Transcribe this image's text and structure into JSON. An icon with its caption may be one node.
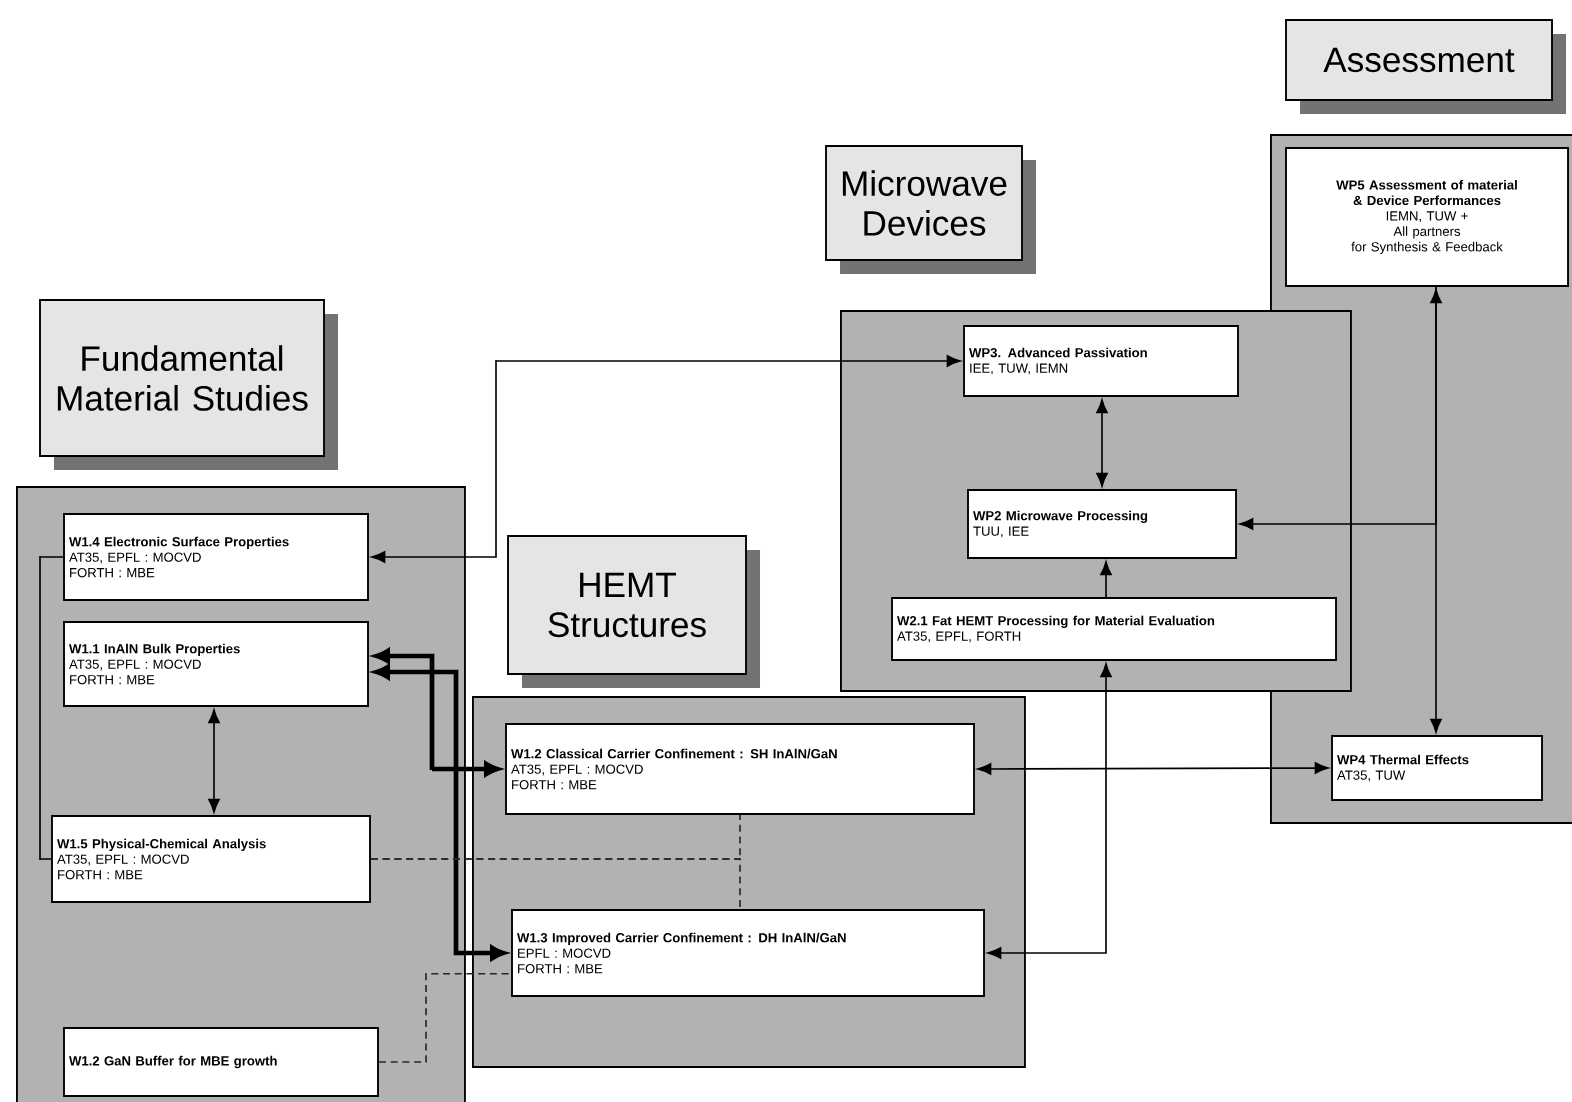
{
  "diagram": {
    "nodes": [
      {
        "text": [
          "Fundamental Material Studies"
        ]
      },
      {
        "text": [
          "W1.4 Electronic Surface Properties",
          "AT35, EPFL : MOCVD",
          "FORTH : MBE"
        ],
        "in": 0
      },
      {
        "text": [
          "W1.1 InAlN Bulk Properties",
          "AT35, EPFL : MOCVD",
          "FORTH : MBE"
        ],
        "in": 0
      },
      {
        "text": [
          "W1.5 Physical-Chemical Analysis",
          "AT35, EPFL : MOCVD",
          "FORTH : MBE"
        ],
        "in": 0
      },
      {
        "text": [
          "W1.2 GaN Buffer for MBE growth"
        ],
        "in": 0
      },
      {
        "text": [
          "HEMT Structures"
        ]
      },
      {
        "text": [
          "W1.2 Classical Carrier Confinement : SH InAlN/GaN",
          "AT35, EPFL : MOCVD",
          "FORTH : MBE"
        ],
        "in": 5
      },
      {
        "text": [
          "W1.3 Improved Carrier Confinement : DH InAlN/GaN",
          "EPFL : MOCVD",
          "FORTH : MBE"
        ],
        "in": 5
      },
      {
        "text": [
          "Microwave Devices"
        ]
      },
      {
        "text": [
          "WP3. Advanced Passivation",
          "IEE, TUW, IEMN"
        ],
        "in": 8
      },
      {
        "text": [
          "WP2 Microwave Processing",
          "TUU, IEE"
        ],
        "in": 8
      },
      {
        "text": [
          "W2.1 Fat HEMT Processing for Material Evaluation",
          "AT35, EPFL, FORTH"
        ],
        "in": 8
      },
      {
        "text": [
          "Assessment"
        ]
      },
      {
        "text": [
          "WP5 Assessment of material & Device Performances",
          "IEMN, TUW +",
          "All partners",
          "for Synthesis & Feedback"
        ],
        "in": 12
      },
      {
        "text": [
          "WP4 Thermal Effects",
          "AT35, TUW"
        ],
        "in": 12
      }
    ],
    "edges": [
      {
        "from": 1,
        "to": 3,
        "arrow": "none"
      },
      {
        "from": 1,
        "to": 9,
        "arrow": "both"
      },
      {
        "from": 2,
        "to": 3,
        "arrow": "both"
      },
      {
        "from": 2,
        "to": 6,
        "arrow": "both",
        "style": "thick"
      },
      {
        "from": 2,
        "to": 7,
        "arrow": "both",
        "style": "thick"
      },
      {
        "from": 3,
        "to": 6,
        "arrow": "none",
        "style": "dashed"
      },
      {
        "from": 3,
        "to": 7,
        "arrow": "none",
        "style": "dashed"
      },
      {
        "from": 4,
        "to": 7,
        "arrow": "none",
        "style": "dashed"
      },
      {
        "from": 6,
        "to": 14,
        "arrow": "both"
      },
      {
        "from": 7,
        "to": 11,
        "arrow": "both"
      },
      {
        "from": 11,
        "to": 10,
        "arrow": "to"
      },
      {
        "from": 9,
        "to": 10,
        "arrow": "both"
      },
      {
        "from": 13,
        "to": 14,
        "arrow": "both"
      },
      {
        "from": 13,
        "to": 10,
        "arrow": "to"
      }
    ]
  }
}
